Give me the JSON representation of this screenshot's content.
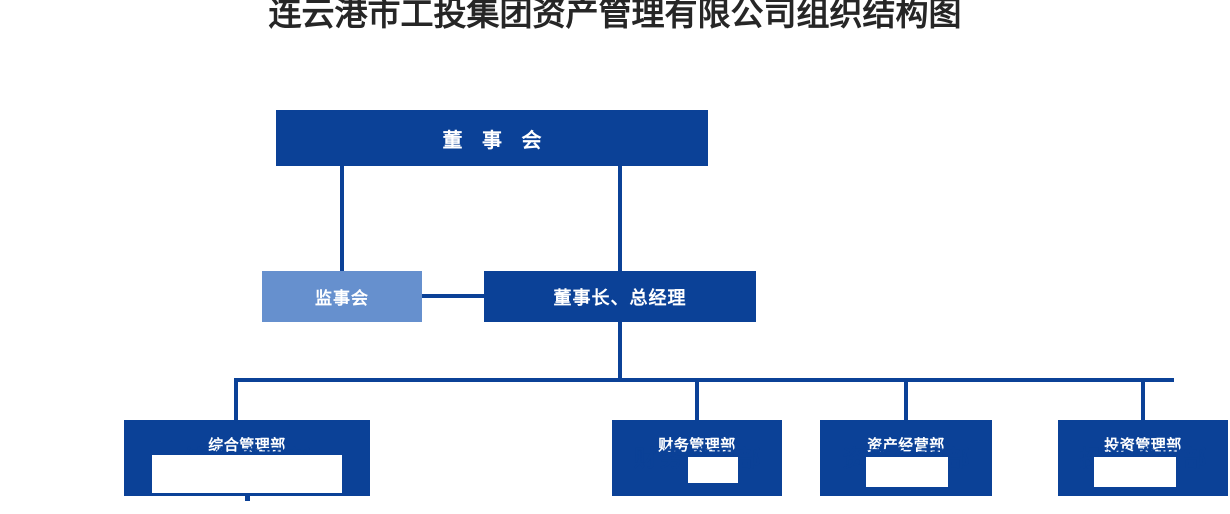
{
  "title": "连云港市工投集团资产管理有限公司组织结构图",
  "colors": {
    "primary_dark_blue": "#0B4197",
    "secondary_light_blue": "#6690CE",
    "title_text": "#262626",
    "background": "#FFFFFF",
    "node_text": "#FFFFFF"
  },
  "nodes": {
    "board": {
      "label": "董 事 会",
      "level": 1,
      "style": "dark"
    },
    "supervisors": {
      "label": "监事会",
      "level": 2,
      "style": "light"
    },
    "chairman": {
      "label": "董事长、总经理",
      "level": 2,
      "style": "dark"
    }
  },
  "departments": [
    {
      "label": "综合管理部",
      "shadow_label": "综合管理部",
      "style": "dark"
    },
    {
      "label": "财务管理部",
      "shadow_label": "财务管理部",
      "style": "dark"
    },
    {
      "label": "资产经营部",
      "shadow_label": "资产经营部",
      "style": "dark"
    },
    {
      "label": "投资管理部",
      "shadow_label": "投资管理部",
      "style": "dark"
    }
  ]
}
